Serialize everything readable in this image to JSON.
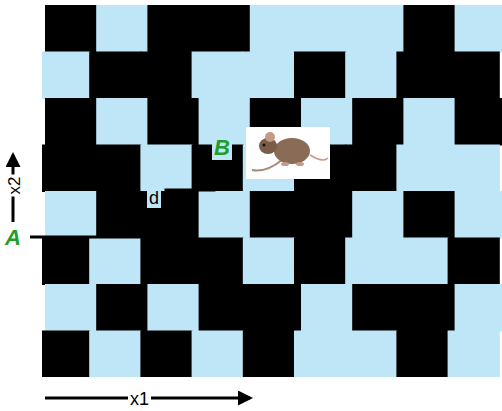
{
  "diagram": {
    "labels": [
      "x2",
      "A",
      "B",
      "d",
      "x1"
    ]
  }
}
